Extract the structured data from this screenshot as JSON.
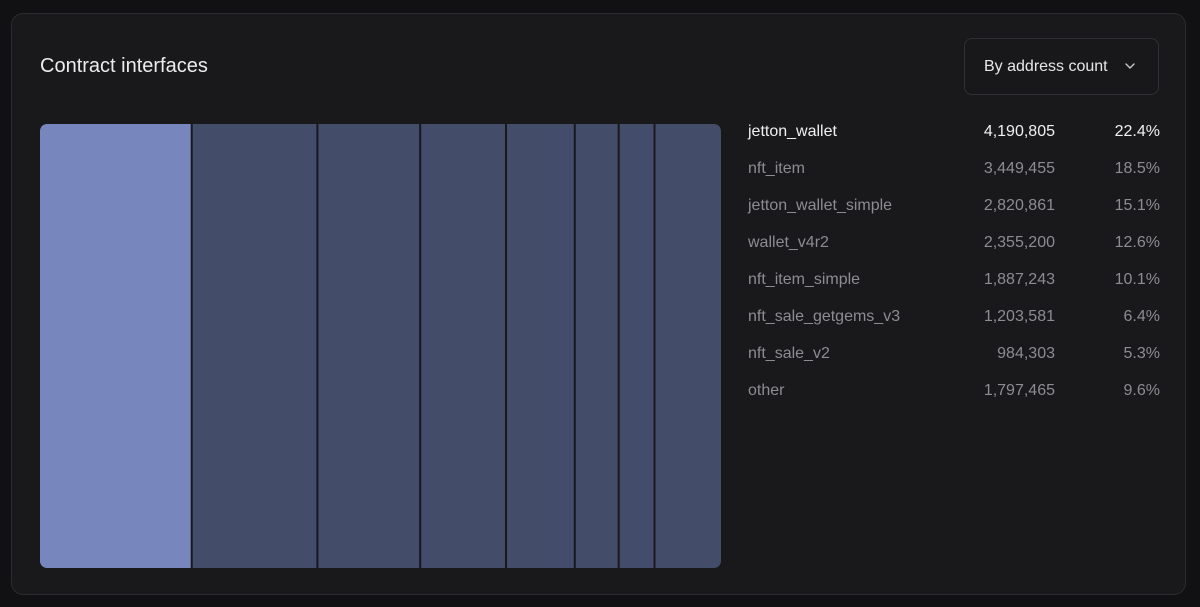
{
  "header": {
    "title": "Contract interfaces",
    "sort_dropdown": {
      "selected": "By address count",
      "icon": "chevron-down-icon"
    }
  },
  "colors": {
    "highlight": "#7886be",
    "segment": "#434c69",
    "background": "#19191b",
    "separator": "#111113"
  },
  "chart_data": {
    "type": "treemap",
    "title": "Contract interfaces",
    "metric": "address count",
    "items": [
      {
        "name": "jetton_wallet",
        "value": 4190805,
        "count_label": "4,190,805",
        "percent_label": "22.4%",
        "highlighted": true
      },
      {
        "name": "nft_item",
        "value": 3449455,
        "count_label": "3,449,455",
        "percent_label": "18.5%",
        "highlighted": false
      },
      {
        "name": "jetton_wallet_simple",
        "value": 2820861,
        "count_label": "2,820,861",
        "percent_label": "15.1%",
        "highlighted": false
      },
      {
        "name": "wallet_v4r2",
        "value": 2355200,
        "count_label": "2,355,200",
        "percent_label": "12.6%",
        "highlighted": false
      },
      {
        "name": "nft_item_simple",
        "value": 1887243,
        "count_label": "1,887,243",
        "percent_label": "10.1%",
        "highlighted": false
      },
      {
        "name": "nft_sale_getgems_v3",
        "value": 1203581,
        "count_label": "1,203,581",
        "percent_label": "6.4%",
        "highlighted": false
      },
      {
        "name": "nft_sale_v2",
        "value": 984303,
        "count_label": "984,303",
        "percent_label": "5.3%",
        "highlighted": false
      },
      {
        "name": "other",
        "value": 1797465,
        "count_label": "1,797,465",
        "percent_label": "9.6%",
        "highlighted": false
      }
    ]
  }
}
